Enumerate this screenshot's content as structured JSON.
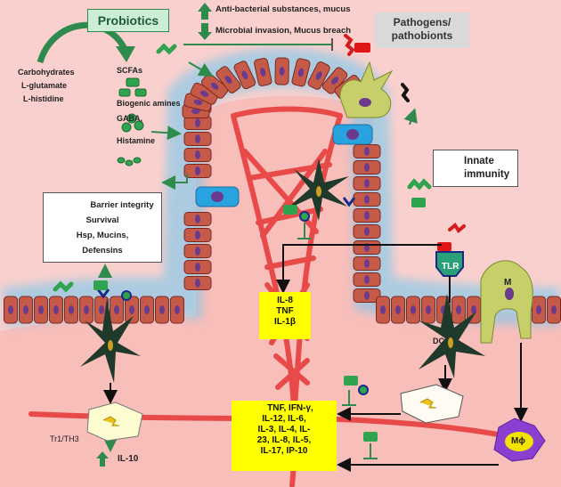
{
  "labels": {
    "probiotics": "Probiotics",
    "carbohydrates": "Carbohydrates",
    "l_glutamate": "L-glutamate",
    "l_histidine": "L-histidine",
    "scfas": "SCFAs",
    "biogenic_amines": "Biogenic amines",
    "gaba": "GABA,",
    "histamine": "Histamine",
    "anti_bacterial": "Anti-bacterial substances, mucus",
    "microbial_invasion": "Microbial invasion, Mucus breach",
    "pathogens_line1": "Pathogens/",
    "pathogens_line2": "pathobionts",
    "barrier_integrity": "Barrier integrity",
    "survival": "Survival",
    "hsp_mucins": "Hsp, Mucins,",
    "defensins": "Defensins",
    "innate_line1": "Innate",
    "innate_line2": "immunity",
    "il8_box": [
      "IL-8",
      "TNF",
      "IL-1β"
    ],
    "tlr": "TLR",
    "m_cell": "M",
    "dc": "DC",
    "macrophage": "Mϕ",
    "t_cells": "Tr1/TH3",
    "il10": "IL-10",
    "cytokines_box": [
      "TNF, IFN-γ,",
      "IL-12, IL-6,",
      "IL-3, IL-4, IL-",
      "23, IL-8, IL-5,",
      "IL-17, IP-10"
    ]
  },
  "colors": {
    "tissue": "#f9d0cd",
    "lamina": "#f8b7b3",
    "enterocyte": "#c65a48",
    "nucleus": "#6b3a8c",
    "goblet_cell": "#29a3e0",
    "blood_vessel": "#e84a4a",
    "probiotic_green": "#2fa34d",
    "arrow_green": "#2f8a4e",
    "dendritic_cell": "#1f3a2a",
    "macrophage": "#8a3fd0",
    "cytokine_box": "#ffff00",
    "m_cell": "#c6cf6a",
    "pathogen_red": "#d51c1c"
  }
}
